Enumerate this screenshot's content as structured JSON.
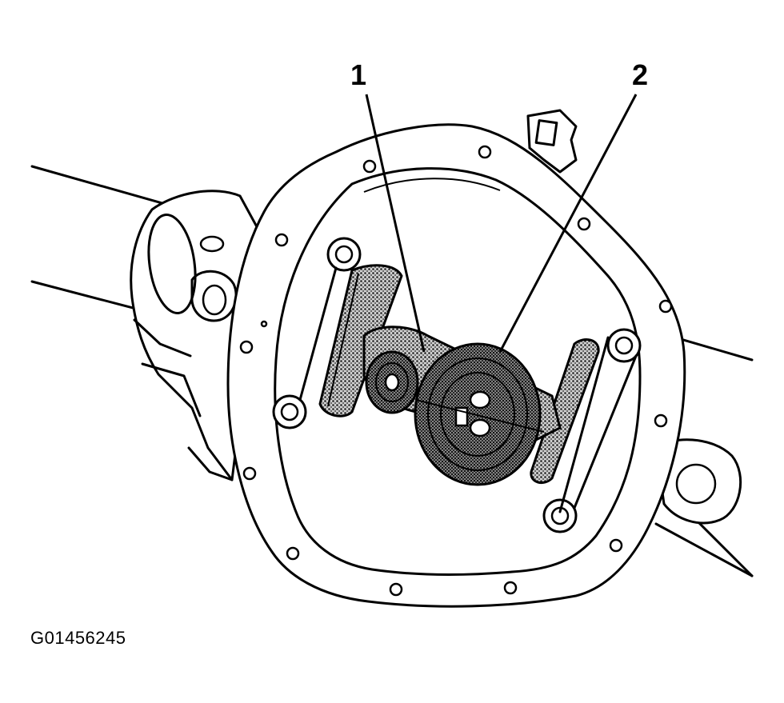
{
  "callouts": [
    {
      "label": "1"
    },
    {
      "label": "2"
    }
  ],
  "figure_id": "G01456245",
  "colors": {
    "line": "#000000",
    "background": "#ffffff",
    "shading": "#5a5a5a"
  }
}
